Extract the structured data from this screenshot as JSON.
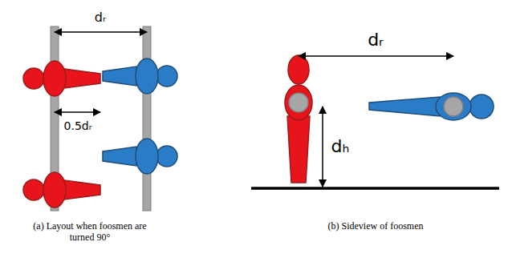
{
  "diagram": {
    "labels": [
      "dᵣ",
      "0.5dᵣ",
      "dᵣ",
      "dₕ",
      "(a) Layout when foosmen are turned 90°",
      "(b) Sideview of foosmen"
    ]
  }
}
